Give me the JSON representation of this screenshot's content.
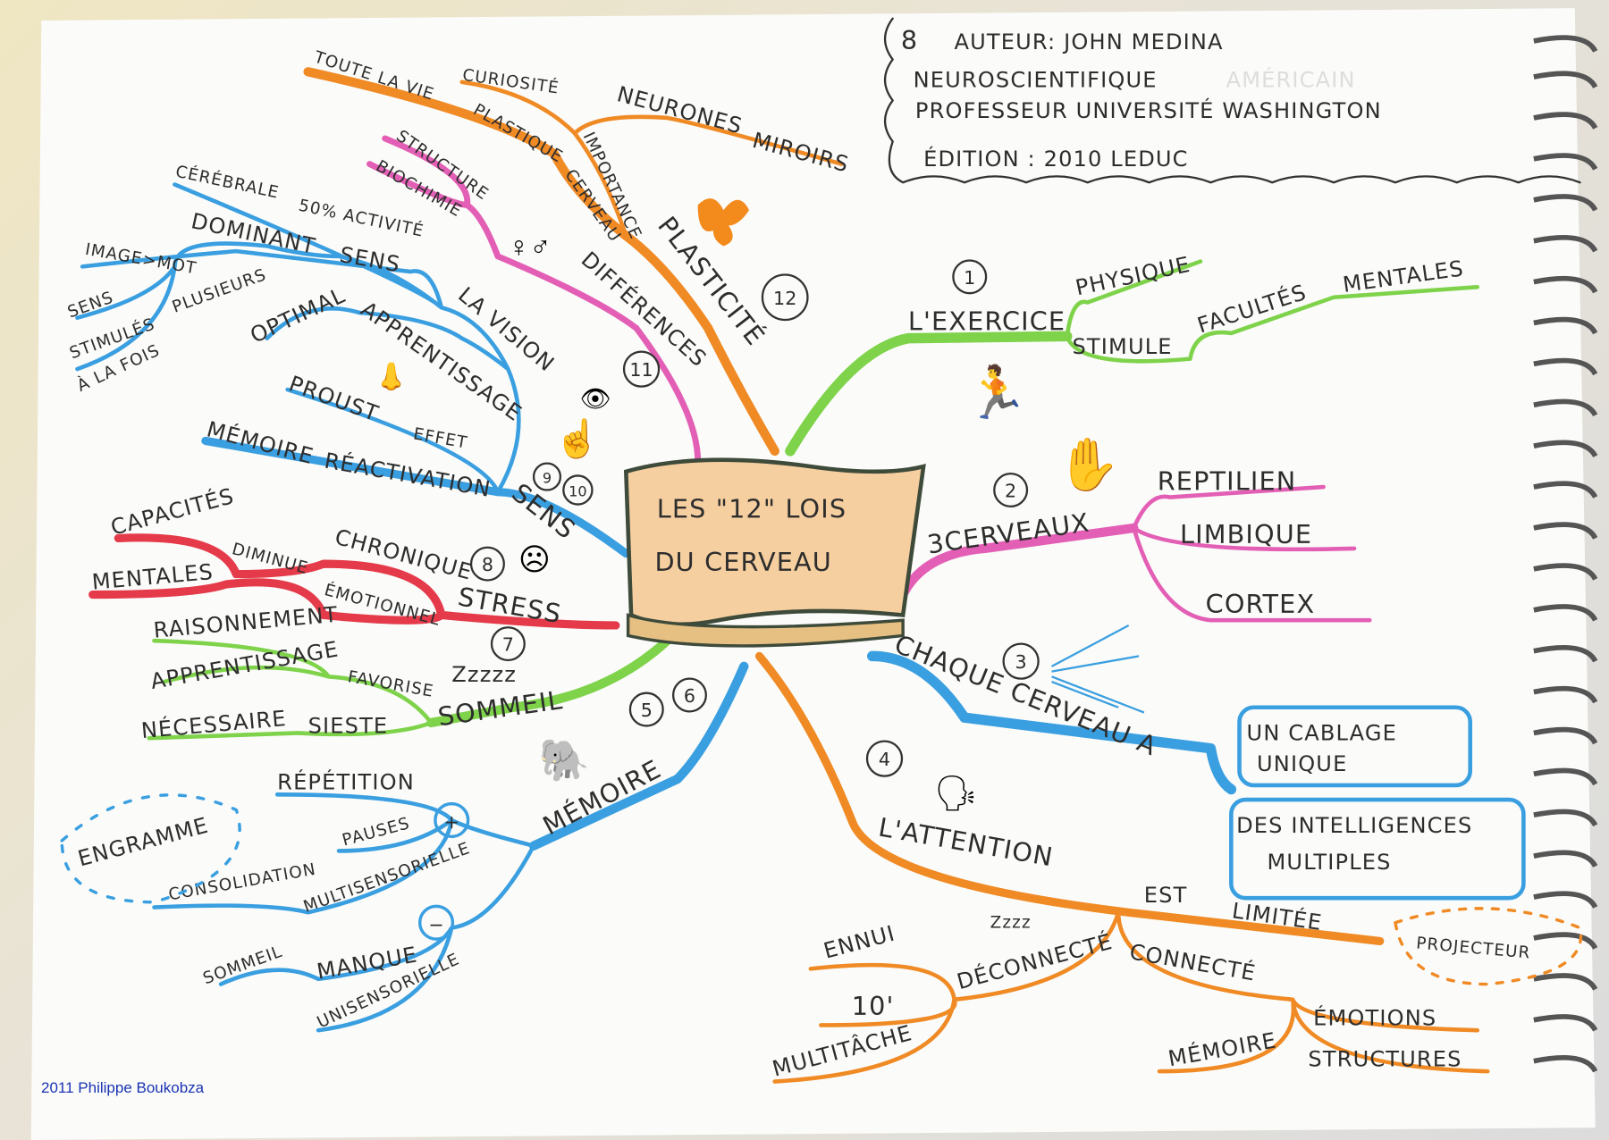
{
  "colors": {
    "green": "#7ed34a",
    "pink": "#e35fb5",
    "blue": "#3a9fe0",
    "orange": "#f08a24",
    "red": "#e43a4a",
    "scroll": "#f6cfa0",
    "footer": "#1a33b3"
  },
  "info_box": {
    "number": "8",
    "author": "AUTEUR: JOHN MEDINA",
    "line2": "NEUROSCIENTIFIQUE",
    "faint": "AMÉRICAIN",
    "line3": "PROFESSEUR UNIVERSITÉ WASHINGTON",
    "edition": "ÉDITION : 2010 LEDUC"
  },
  "center": {
    "line1": "LES \"12\" LOIS",
    "line2": "DU CERVEAU"
  },
  "b1": {
    "num": "1",
    "main": "L'EXERCICE",
    "physique": "PHYSIQUE",
    "stimule": "STIMULE",
    "facultes": "FACULTÉS",
    "mentales": "MENTALES"
  },
  "b2": {
    "num": "2",
    "main": "3CERVEAUX",
    "reptilien": "REPTILIEN",
    "limbique": "LIMBIQUE",
    "cortex": "CORTEX"
  },
  "b3": {
    "num": "3",
    "main": "CHAQUE CERVEAU A",
    "box1a": "UN CABLAGE",
    "box1b": "UNIQUE",
    "box2a": "DES INTELLIGENCES",
    "box2b": "MULTIPLES"
  },
  "b4": {
    "num": "4",
    "main": "L'ATTENTION",
    "est": "EST",
    "limitee": "LIMITÉE",
    "projecteur": "PROJECTEUR",
    "deconnecte": "DÉCONNECTÉ",
    "zzz": "Zzzz",
    "ennui": "ENNUI",
    "dix": "10'",
    "multitache": "MULTITÂCHE",
    "connecte": "CONNECTÉ",
    "emotions": "ÉMOTIONS",
    "structures": "STRUCTURES",
    "memoire": "MÉMOIRE"
  },
  "b56": {
    "num5": "5",
    "num6": "6",
    "main": "MÉMOIRE",
    "plus": "+",
    "minus": "−",
    "repetition": "RÉPÉTITION",
    "pauses": "PAUSES",
    "consolidation": "CONSOLIDATION",
    "multisensorielle": "MULTISENSORIELLE",
    "engramme": "ENGRAMME",
    "manque": "MANQUE",
    "sommeil": "SOMMEIL",
    "unisensorielle": "UNISENSORIELLE"
  },
  "b7": {
    "num": "7",
    "main": "SOMMEIL",
    "zzz": "Zzzzz",
    "sieste": "SIESTE",
    "necessaire": "NÉCESSAIRE",
    "favorise": "FAVORISE",
    "apprentissage": "APPRENTISSAGE",
    "raisonnement": "RAISONNEMENT"
  },
  "b8": {
    "num": "8",
    "main": "STRESS",
    "chronique": "CHRONIQUE",
    "emotionnel": "ÉMOTIONNEL",
    "diminue": "DIMINUE",
    "capacites": "CAPACITÉS",
    "mentales": "MENTALES"
  },
  "b910": {
    "num9": "9",
    "num10": "10",
    "main": "SENS",
    "memoire": "MÉMOIRE",
    "reactivation": "RÉACTIVATION",
    "proust": "PROUST",
    "effet": "EFFET",
    "apprentissage": "APPRENTISSAGE",
    "optimal": "OPTIMAL",
    "plusieurs": "PLUSIEURS",
    "sens": "SENS",
    "stimules": "STIMULÉS",
    "alafois": "À LA FOIS",
    "image": "IMAGE>MOT",
    "vision": "LA VISION",
    "dominant": "DOMINANT",
    "sens2": "SENS",
    "activite": "50% ACTIVITÉ",
    "cerebrale": "CÉRÉBRALE"
  },
  "b11": {
    "num": "11",
    "main": "DIFFÉRENCES",
    "structure": "STRUCTURE",
    "biochimie": "BIOCHIMIE"
  },
  "b12": {
    "num": "12",
    "main": "PLASTICITÉ",
    "cerveau": "CERVEAU",
    "plastique": "PLASTIQUE",
    "toute": "TOUTE LA VIE",
    "curiosite": "CURIOSITÉ",
    "importance": "IMPORTANCE",
    "neurones": "NEURONES",
    "miroirs": "MIROIRS"
  },
  "footer": "2011 Philippe Boukobza"
}
